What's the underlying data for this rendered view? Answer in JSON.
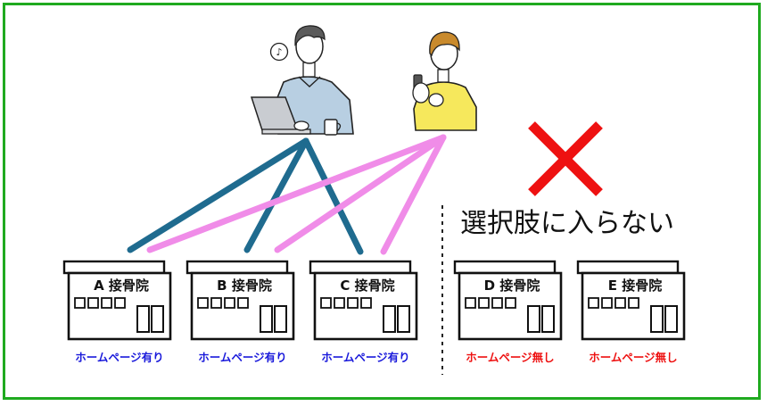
{
  "colors": {
    "frame": "#1faa1f",
    "pc_lines": "#1f6b8f",
    "phone_lines": "#f08ce8",
    "cross": "#ee1111",
    "caption_has": "#1a1adb",
    "caption_none": "#ee1111"
  },
  "people": [
    {
      "id": "laptop-user",
      "icon": "music-note-icon",
      "note": "♪"
    },
    {
      "id": "phone-user"
    }
  ],
  "exclusion": {
    "icon": "cross-mark-icon",
    "heading": "選択肢に入らない"
  },
  "clinics": [
    {
      "letter": "A",
      "name": "接骨院",
      "caption": "ホームページ有り",
      "has_homepage": true
    },
    {
      "letter": "B",
      "name": "接骨院",
      "caption": "ホームページ有り",
      "has_homepage": true
    },
    {
      "letter": "C",
      "name": "接骨院",
      "caption": "ホームページ有り",
      "has_homepage": true
    },
    {
      "letter": "D",
      "name": "接骨院",
      "caption": "ホームページ無し",
      "has_homepage": false
    },
    {
      "letter": "E",
      "name": "接骨院",
      "caption": "ホームページ無し",
      "has_homepage": false
    }
  ]
}
